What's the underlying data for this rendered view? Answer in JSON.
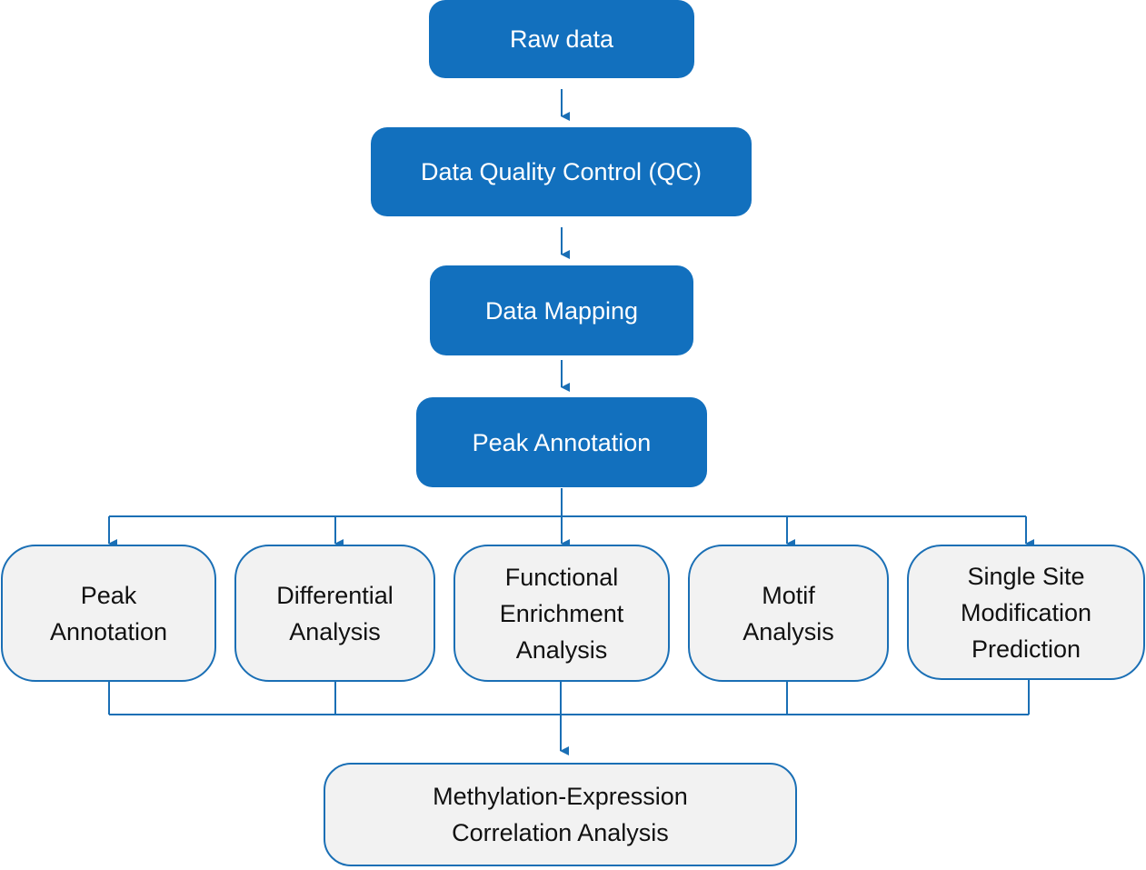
{
  "colors": {
    "primary_fill": "#1270be",
    "primary_text": "#ffffff",
    "secondary_fill": "#f2f2f2",
    "secondary_border": "#1a6fb5",
    "secondary_text": "#111111",
    "connector": "#1a6fb5"
  },
  "pipeline": {
    "raw_data": "Raw data",
    "qc": "Data Quality Control (QC)",
    "mapping": "Data Mapping",
    "peak_annotation": "Peak Annotation"
  },
  "analyses": {
    "peak_annotation": "Peak\nAnnotation",
    "differential": "Differential\nAnalysis",
    "functional_enrichment": "Functional\nEnrichment\nAnalysis",
    "motif": "Motif\nAnalysis",
    "single_site": "Single Site\nModification\nPrediction"
  },
  "final": {
    "correlation": "Methylation-Expression\nCorrelation Analysis"
  }
}
